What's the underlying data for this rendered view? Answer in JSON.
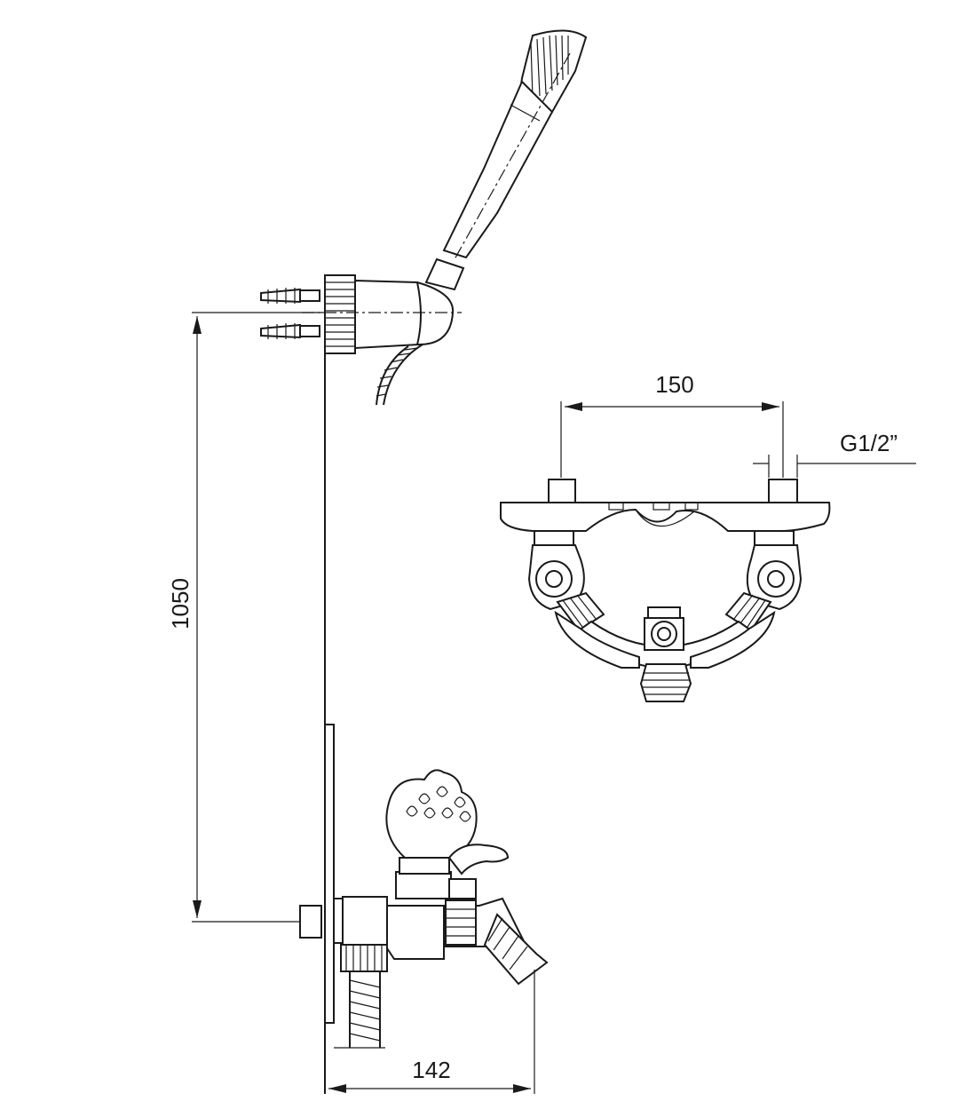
{
  "dimensions": {
    "height_mm": "1050",
    "inlet_spacing_mm": "150",
    "projection_mm": "142",
    "thread": "G1/2”"
  }
}
